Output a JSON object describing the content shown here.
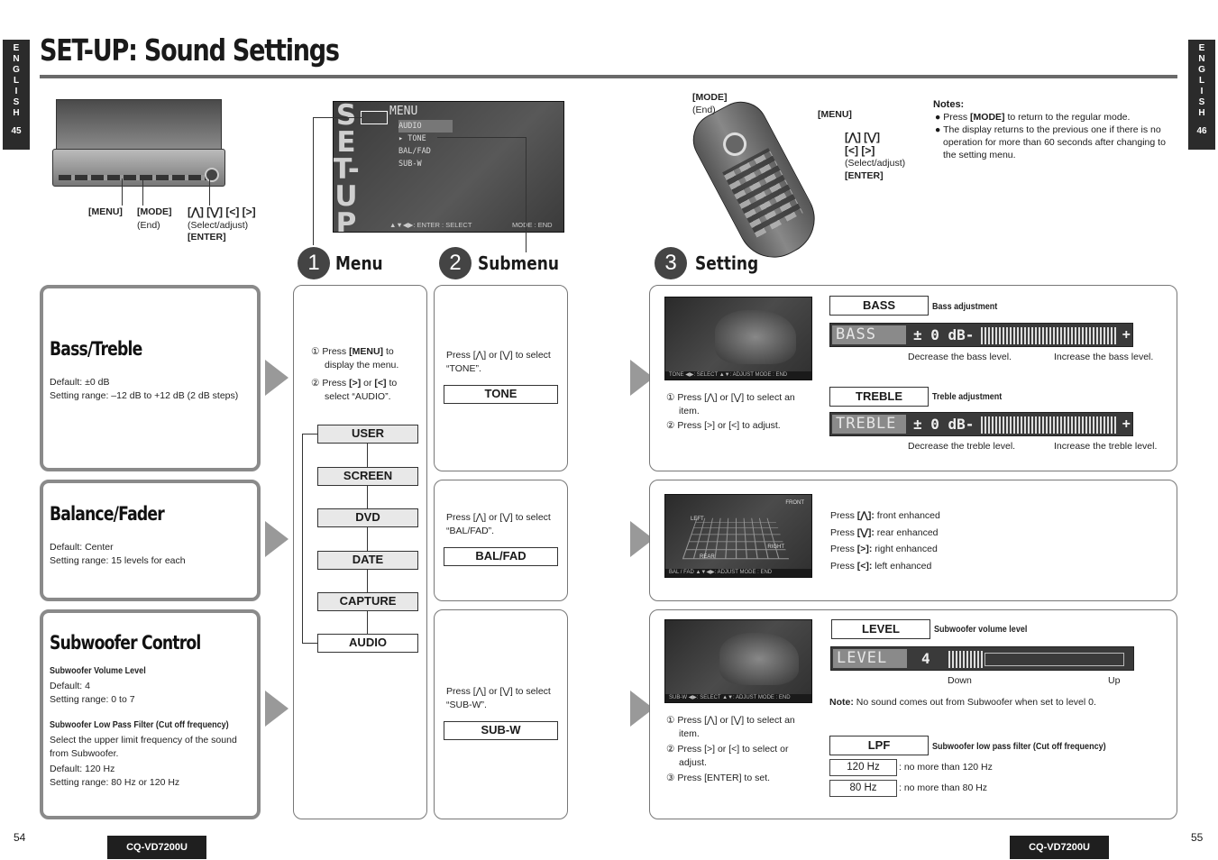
{
  "header": {
    "title": "SET-UP: Sound Settings",
    "left_tab": {
      "letters": [
        "E",
        "N",
        "G",
        "L",
        "I",
        "S",
        "H"
      ],
      "page": "45"
    },
    "right_tab": {
      "letters": [
        "E",
        "N",
        "G",
        "L",
        "I",
        "S",
        "H"
      ],
      "page": "46"
    }
  },
  "unit_labels": {
    "menu": "[MENU]",
    "mode": "[MODE]",
    "end": "(End)",
    "arrows": "[⋀] [⋁] [<] [>]",
    "select_adjust": "(Select/adjust)",
    "enter": "[ENTER]"
  },
  "remote_labels": {
    "mode": "[MODE]",
    "end": "(End)",
    "menu": "[MENU]",
    "arrows1": "[⋀] [⋁]",
    "arrows2": "[<] [>]",
    "select_adjust": "(Select/adjust)",
    "enter": "[ENTER]"
  },
  "notes": {
    "title": "Notes:",
    "items": [
      {
        "pre": "Press ",
        "bold": "[MODE]",
        "post": " to return to the regular mode."
      },
      {
        "pre": "The display returns to the previous one if there is no operation for more than 60 seconds after changing to the setting menu.",
        "bold": "",
        "post": ""
      }
    ]
  },
  "menu_screen": {
    "title": "MENU",
    "items": [
      "AUDIO",
      "▸ TONE",
      "BAL/FAD",
      "SUB-W"
    ],
    "vertical": "SET-UP",
    "footer_left": "▲▼◀▶: ENTER : SELECT",
    "footer_right": "MODE : END"
  },
  "steps": [
    {
      "num": "1",
      "title": "Menu"
    },
    {
      "num": "2",
      "title": "Submenu"
    },
    {
      "num": "3",
      "title": "Setting"
    }
  ],
  "sections": {
    "bass_treble": {
      "title": "Bass/Treble",
      "default": "Default: ±0 dB",
      "range": "Setting range: –12 dB to +12 dB (2 dB steps)"
    },
    "balance_fader": {
      "title": "Balance/Fader",
      "default": "Default: Center",
      "range": "Setting range: 15 levels for each"
    },
    "subwoofer": {
      "title": "Subwoofer Control",
      "vol_heading": "Subwoofer Volume Level",
      "vol_default": "Default: 4",
      "vol_range": "Setting range: 0 to 7",
      "lpf_heading": "Subwoofer Low Pass Filter (Cut off frequency)",
      "lpf_desc": "Select the upper limit frequency of the sound from Subwoofer.",
      "lpf_default": "Default: 120 Hz",
      "lpf_range": "Setting range: 80 Hz or 120 Hz"
    }
  },
  "menu_step": {
    "step1": {
      "num": "①",
      "pre": "Press ",
      "bold": "[MENU]",
      "post": " to display the menu."
    },
    "step2": {
      "num": "②",
      "pre": "Press ",
      "bold": "[>]",
      "mid": " or ",
      "bold2": "[<]",
      "post": " to select “AUDIO”."
    },
    "buttons": [
      "USER",
      "SCREEN",
      "DVD",
      "DATE",
      "CAPTURE",
      "AUDIO"
    ]
  },
  "submenu": {
    "tone": {
      "text": "Press [⋀] or [⋁] to select “TONE”.",
      "button": "TONE"
    },
    "balfad": {
      "text": "Press [⋀] or [⋁] to select “BAL/FAD”.",
      "button": "BAL/FAD"
    },
    "subw": {
      "text": "Press [⋀] or [⋁] to select “SUB-W”.",
      "button": "SUB-W"
    }
  },
  "setting_bass": {
    "steps": [
      "① Press [⋀] or [⋁] to select an item.",
      "② Press [>] or [<] to adjust."
    ],
    "bass": {
      "button": "BASS",
      "desc": "Bass adjustment",
      "lcd_label": "BASS",
      "lcd_value": "± 0 dB-",
      "left": "Decrease the bass level.",
      "right": "Increase the bass level."
    },
    "treble": {
      "button": "TREBLE",
      "desc": "Treble adjustment",
      "lcd_label": "TREBLE",
      "lcd_value": "± 0 dB-",
      "left": "Decrease the treble level.",
      "right": "Increase the treble level."
    },
    "screen_footer": "TONE  ◀▶: SELECT  ▲▼: ADJUST  MODE : END"
  },
  "setting_balance": {
    "lines": [
      {
        "pre": "Press ",
        "bold": "[⋀]:",
        "post": " front enhanced"
      },
      {
        "pre": "Press ",
        "bold": "[⋁]:",
        "post": " rear enhanced"
      },
      {
        "pre": "Press ",
        "bold": "[>]:",
        "post": " right enhanced"
      },
      {
        "pre": "Press ",
        "bold": "[<]:",
        "post": " left enhanced"
      }
    ],
    "screen_labels": {
      "front": "FRONT",
      "left": "LEFT",
      "right": "RIGHT",
      "rear": "REAR"
    },
    "screen_footer": "BAL / FAD  ▲▼◀▶: ADJUST  MODE : END"
  },
  "setting_sub": {
    "steps": [
      "① Press [⋀] or [⋁] to select an item.",
      "② Press [>] or [<] to select or adjust.",
      "③ Press [ENTER] to set."
    ],
    "level": {
      "button": "LEVEL",
      "desc": "Subwoofer volume level",
      "lcd_label": "LEVEL",
      "lcd_value": "4",
      "down": "Down",
      "up": "Up"
    },
    "note_label": "Note:",
    "note_text": " No sound comes out from Subwoofer when set to level 0.",
    "lpf": {
      "button": "LPF",
      "desc": "Subwoofer low pass filter (Cut off frequency)"
    },
    "options": [
      {
        "value": "120 Hz",
        "desc": ": no more than 120 Hz"
      },
      {
        "value": "80 Hz",
        "desc": ": no more than 80 Hz"
      }
    ],
    "screen_footer": "SUB-W  ◀▶: SELECT  ▲▼: ADJUST  MODE : END"
  },
  "footer": {
    "page_left": "54",
    "page_right": "55",
    "model_left": "CQ-VD7200U",
    "model_right": "CQ-VD7200U"
  }
}
